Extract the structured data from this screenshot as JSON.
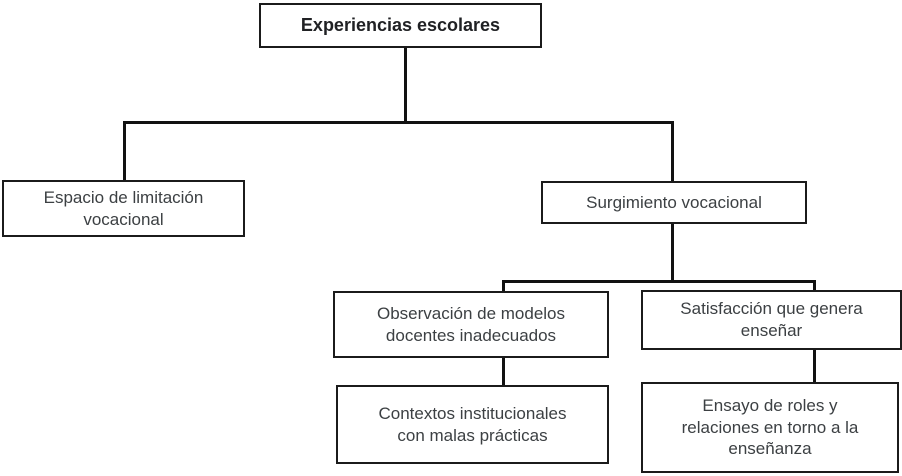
{
  "diagram": {
    "type": "hierarchy-tree",
    "title_text": "Experiencias escolares",
    "style": {
      "box_border_color": "#1b1b1b",
      "box_fill_color": "#ffffff",
      "connector_color": "#111111",
      "text_color": "#3c4043",
      "root_text_color": "#202124",
      "canvas_background": "#ffffff"
    },
    "nodes": [
      {
        "id": "root",
        "label": "Experiencias escolares",
        "level": 0,
        "bold": true
      },
      {
        "id": "espacio-limitacion",
        "label": "Espacio de limitación\nvocacional",
        "level": 1,
        "bold": false
      },
      {
        "id": "surgimiento-vocacional",
        "label": "Surgimiento vocacional",
        "level": 1,
        "bold": false
      },
      {
        "id": "observacion-modelos",
        "label": "Observación de modelos\ndocentes inadecuados",
        "level": 2,
        "bold": false
      },
      {
        "id": "satisfaccion-ensenar",
        "label": "Satisfacción que genera\nenseñar",
        "level": 2,
        "bold": false
      },
      {
        "id": "contextos-institucionales",
        "label": "Contextos institucionales\ncon malas prácticas",
        "level": 3,
        "bold": false
      },
      {
        "id": "ensayo-roles",
        "label": "Ensayo de roles y\nrelaciones en torno a la\nenseñanza",
        "level": 3,
        "bold": false
      }
    ],
    "edges": [
      {
        "from": "root",
        "to": "espacio-limitacion"
      },
      {
        "from": "root",
        "to": "surgimiento-vocacional"
      },
      {
        "from": "surgimiento-vocacional",
        "to": "observacion-modelos"
      },
      {
        "from": "surgimiento-vocacional",
        "to": "satisfaccion-ensenar"
      },
      {
        "from": "observacion-modelos",
        "to": "contextos-institucionales"
      },
      {
        "from": "satisfaccion-ensenar",
        "to": "ensayo-roles"
      }
    ]
  }
}
